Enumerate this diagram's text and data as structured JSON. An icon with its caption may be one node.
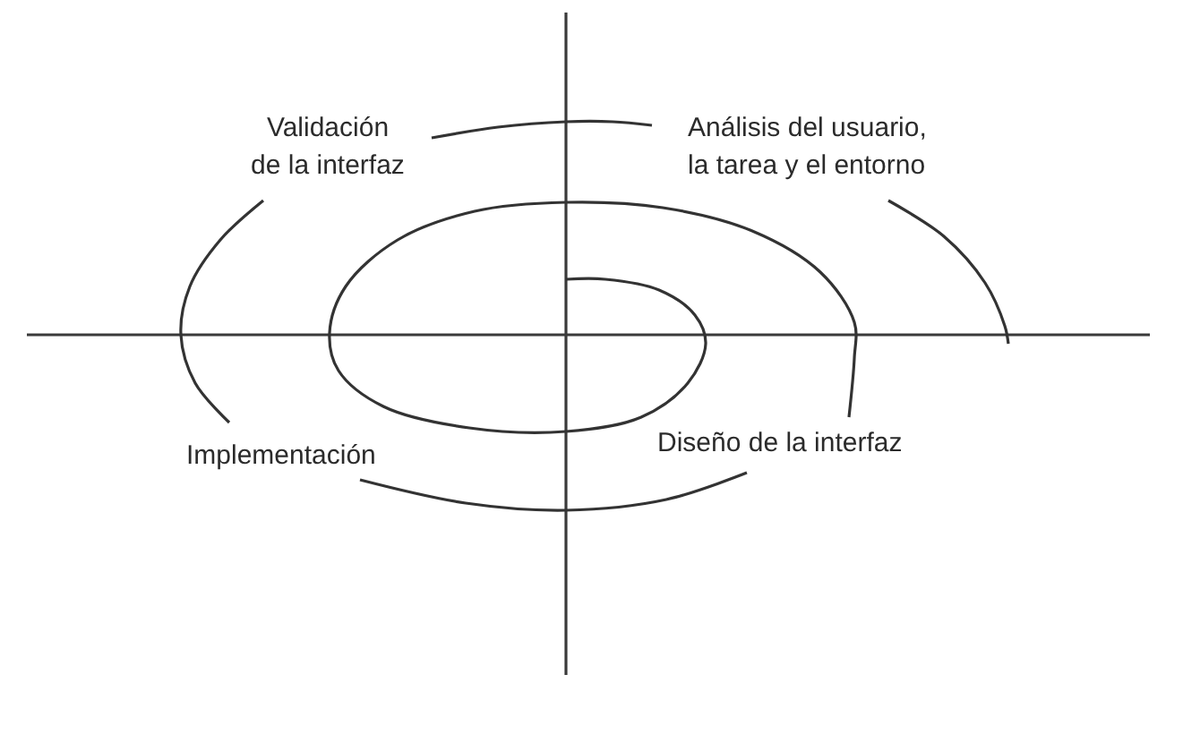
{
  "diagram": {
    "nodes": [
      {
        "text": [
          "Validación de la interfaz"
        ]
      },
      {
        "text": [
          "Análisis del usuario, la tarea y el entorno"
        ]
      },
      {
        "text": [
          "Implementación"
        ]
      },
      {
        "text": [
          "Diseño de la interfaz"
        ]
      }
    ],
    "edges": [
      {
        "from": null,
        "to": 3,
        "arrow": "none"
      },
      {
        "from": 3,
        "to": 2,
        "arrow": "none"
      },
      {
        "from": 2,
        "to": 0,
        "arrow": "none"
      },
      {
        "from": 0,
        "to": 1,
        "arrow": "none"
      },
      {
        "from": 1,
        "to": null,
        "arrow": "none"
      }
    ]
  }
}
